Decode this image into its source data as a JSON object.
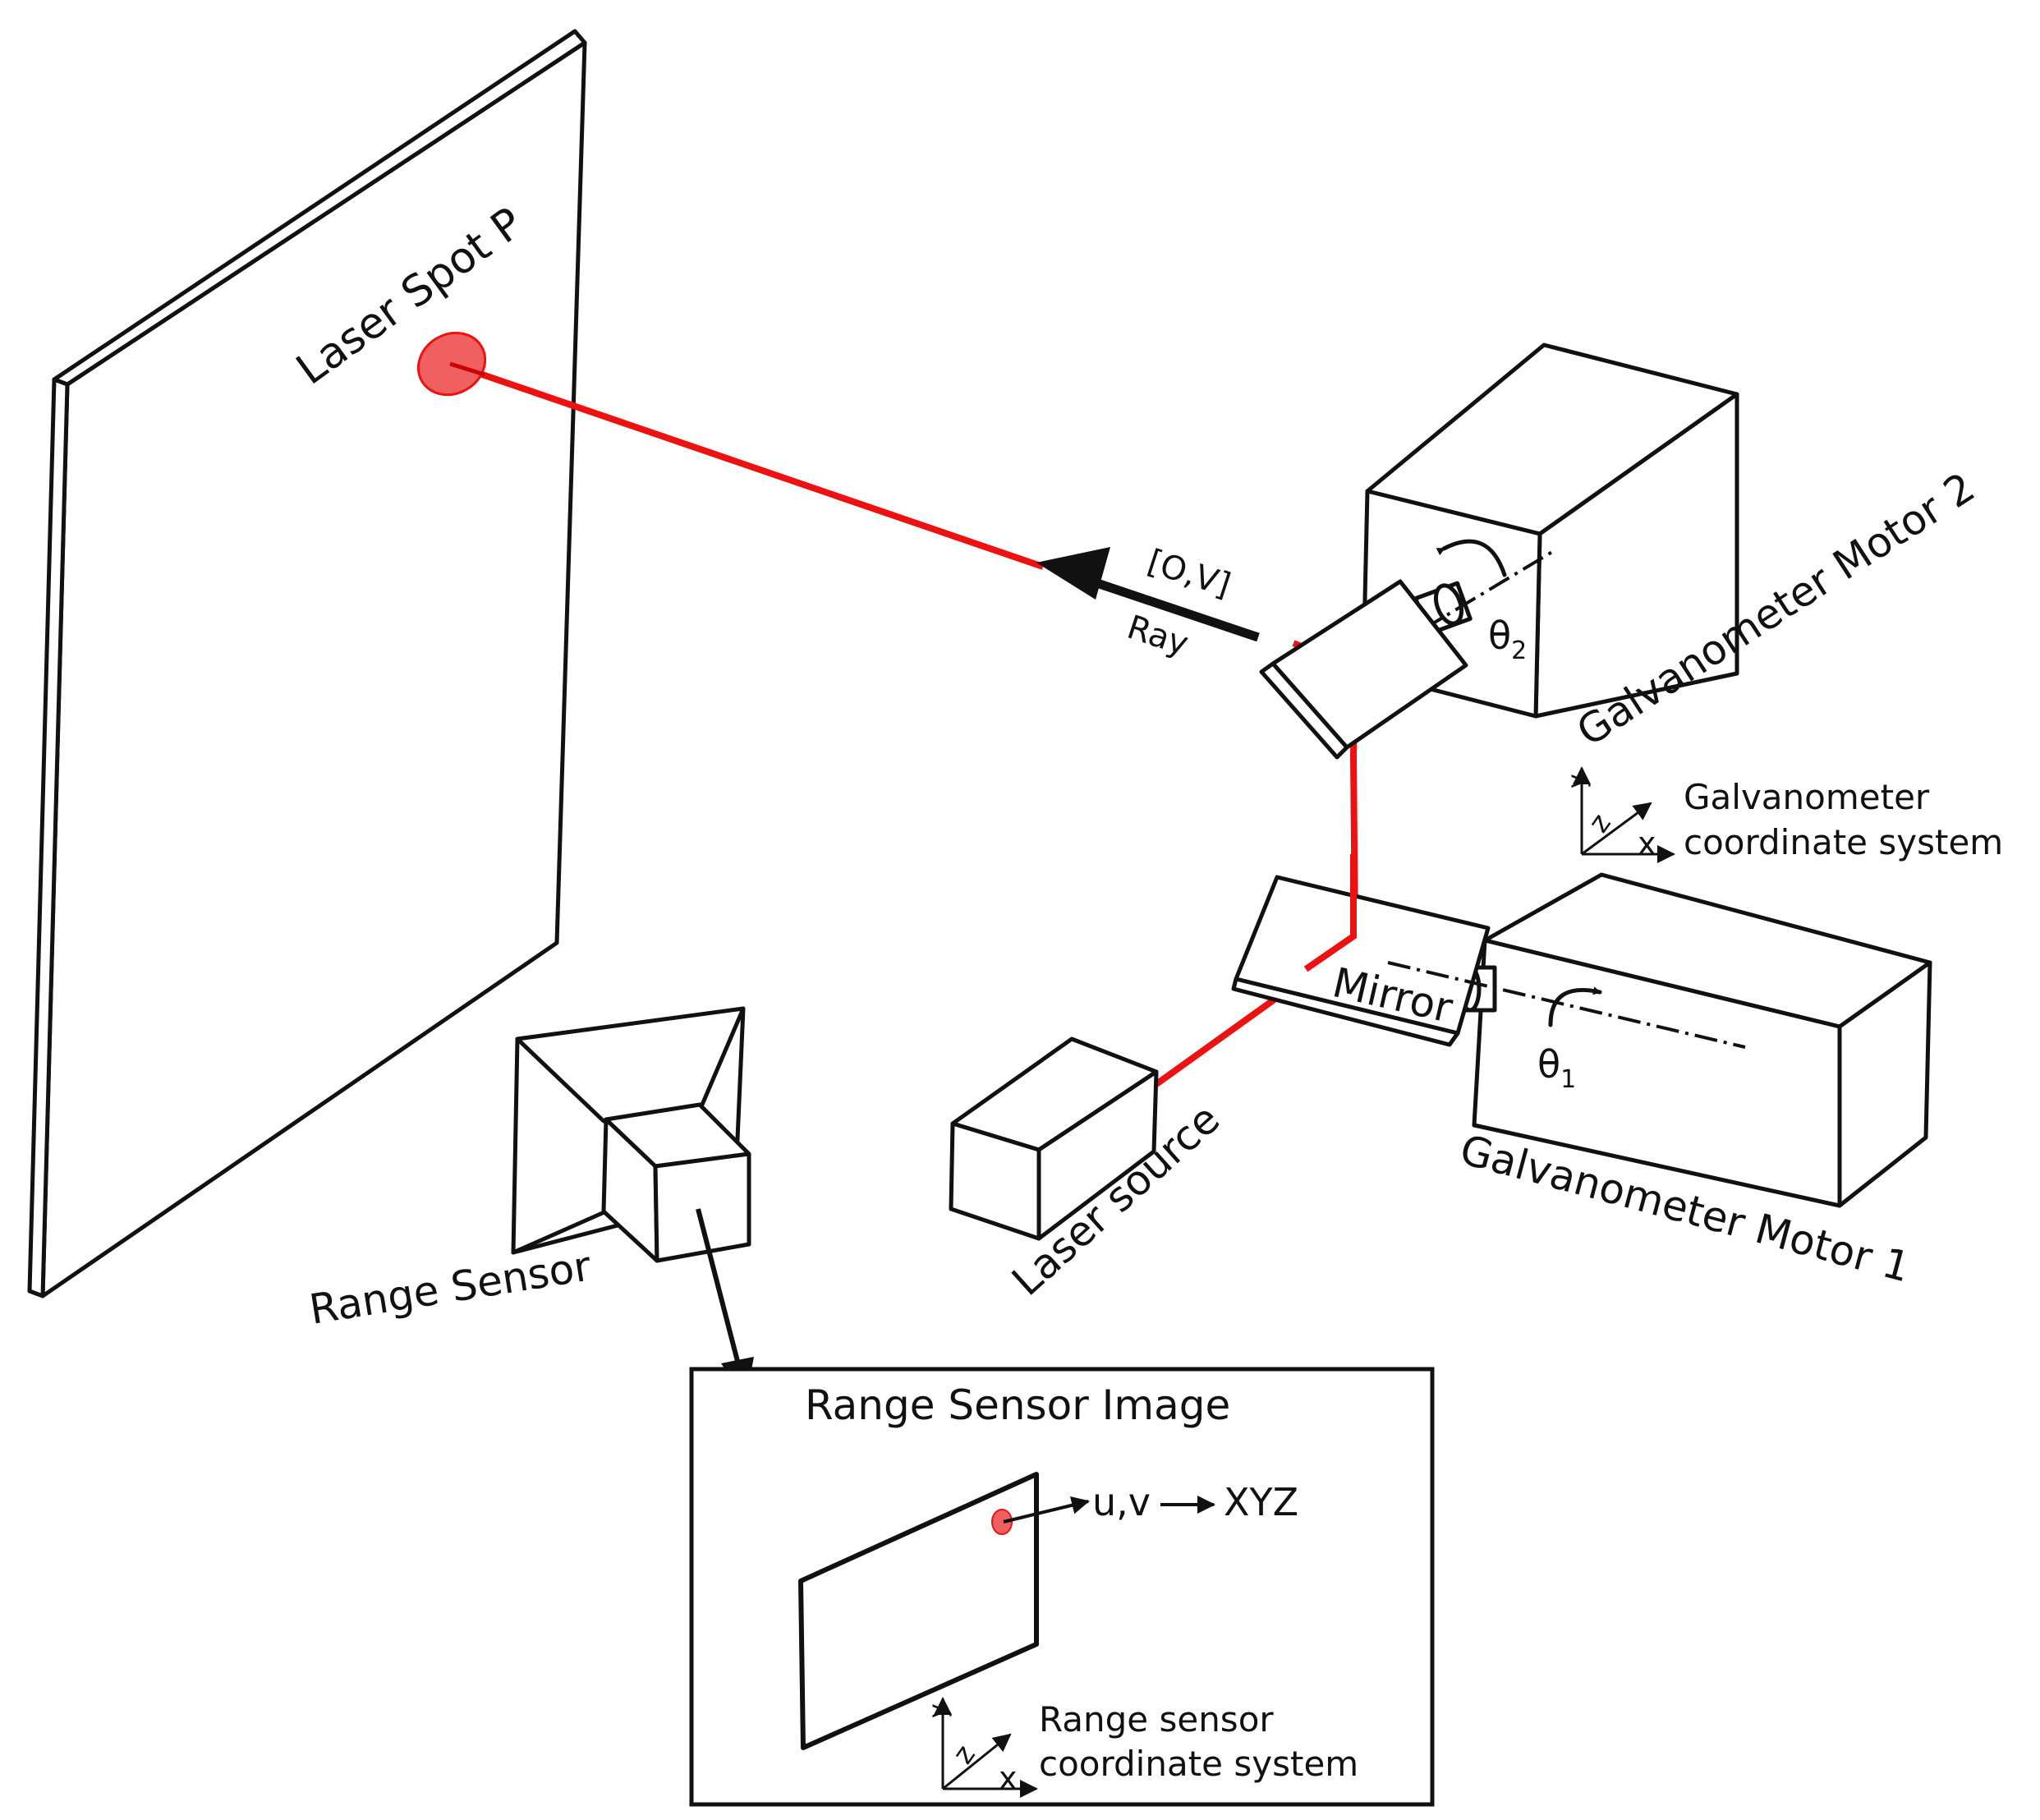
{
  "labels": {
    "laser_spot": "Laser Spot P",
    "ray_vector": "[O,V]",
    "ray": "Ray",
    "galvo_motor_2": "Galvanometer Motor 2",
    "galvo_motor_1": "Galvanometer Motor 1",
    "theta_2": "θ",
    "theta_2_sub": "2",
    "theta_1": "θ",
    "theta_1_sub": "1",
    "galvo_coord_line1": "Galvanometer",
    "galvo_coord_line2": "coordinate system",
    "mirror": "Mirror",
    "laser_source": "Laser source",
    "range_sensor": "Range Sensor",
    "range_sensor_image": "Range Sensor Image",
    "uv_mapping_left": "u,v",
    "uv_mapping_right": "XYZ",
    "range_coord_line1": "Range sensor",
    "range_coord_line2": "coordinate system",
    "axis_x": "x",
    "axis_z": "z",
    "axis_y": "y"
  },
  "colors": {
    "laser": "#ee1111",
    "spot_fill": "#f06060",
    "outline": "#111111"
  }
}
